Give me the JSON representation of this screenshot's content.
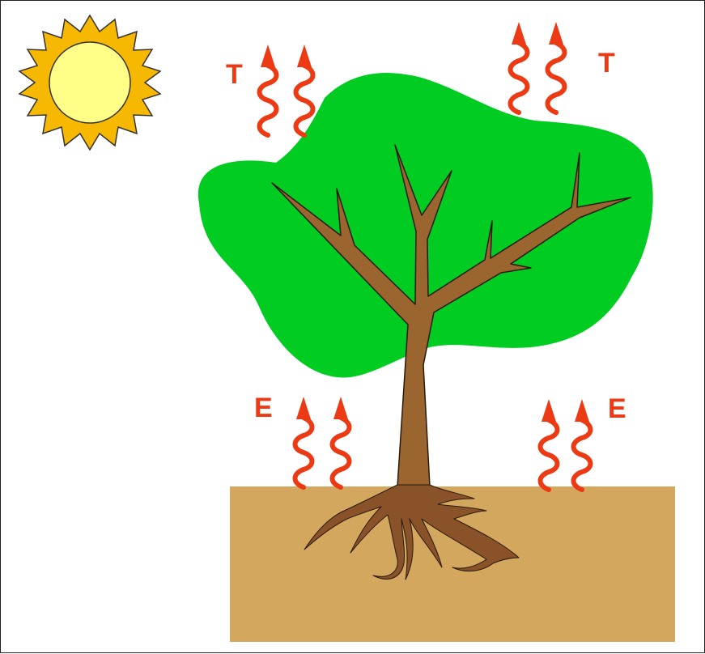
{
  "labels": {
    "transpiration_left": "T",
    "transpiration_right": "T",
    "evaporation_left": "E",
    "evaporation_right": "E"
  },
  "colors": {
    "sun_rays": "#f6b800",
    "sun_disc": "#ffff88",
    "canopy": "#00cc22",
    "trunk": "#9b6530",
    "soil": "#d4a75f",
    "vapor_arrows": "#ec3a14",
    "outline": "#2a1a0a"
  },
  "icons": {
    "sun": "sun-icon",
    "vapor": "wavy-up-arrow-icon"
  }
}
